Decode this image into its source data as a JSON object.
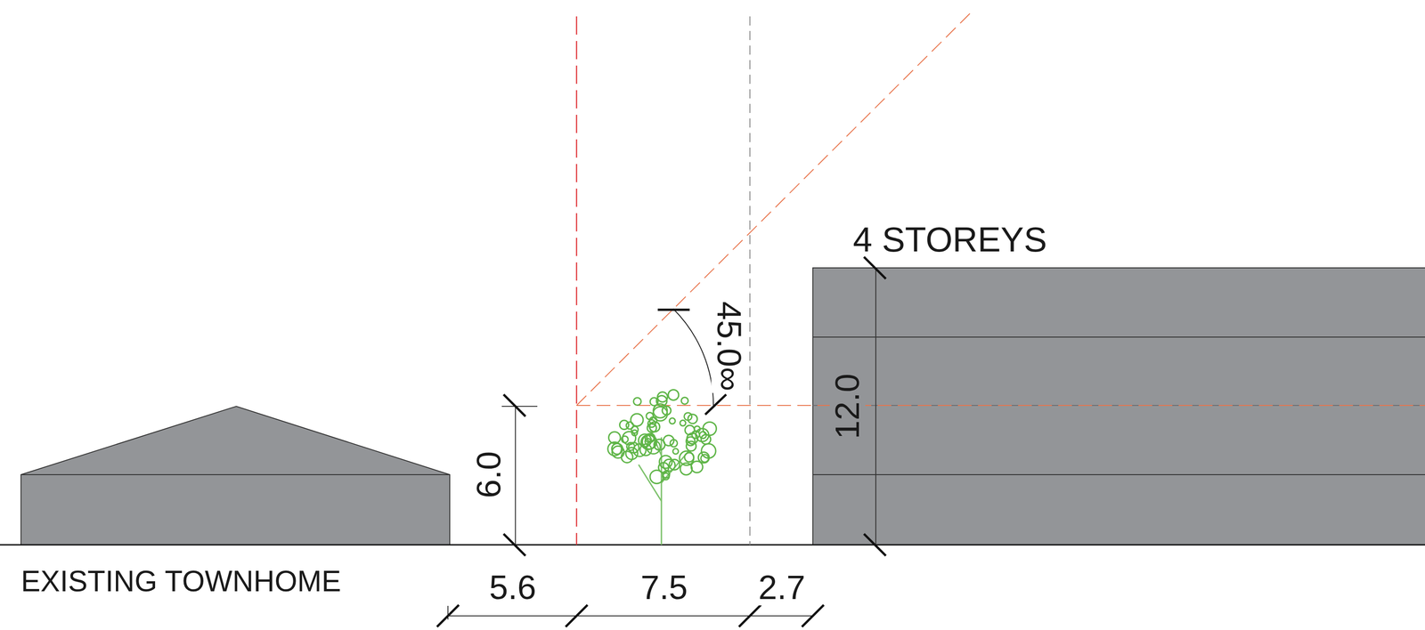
{
  "diagram": {
    "nodes": [
      {
        "text": [
          "EXISTING TOWNHOME"
        ]
      },
      {
        "text": [
          "4 STOREYS"
        ]
      }
    ],
    "labels": [
      "6.0",
      "45.0∞",
      "12.0",
      "5.6",
      "7.5",
      "2.7"
    ]
  }
}
